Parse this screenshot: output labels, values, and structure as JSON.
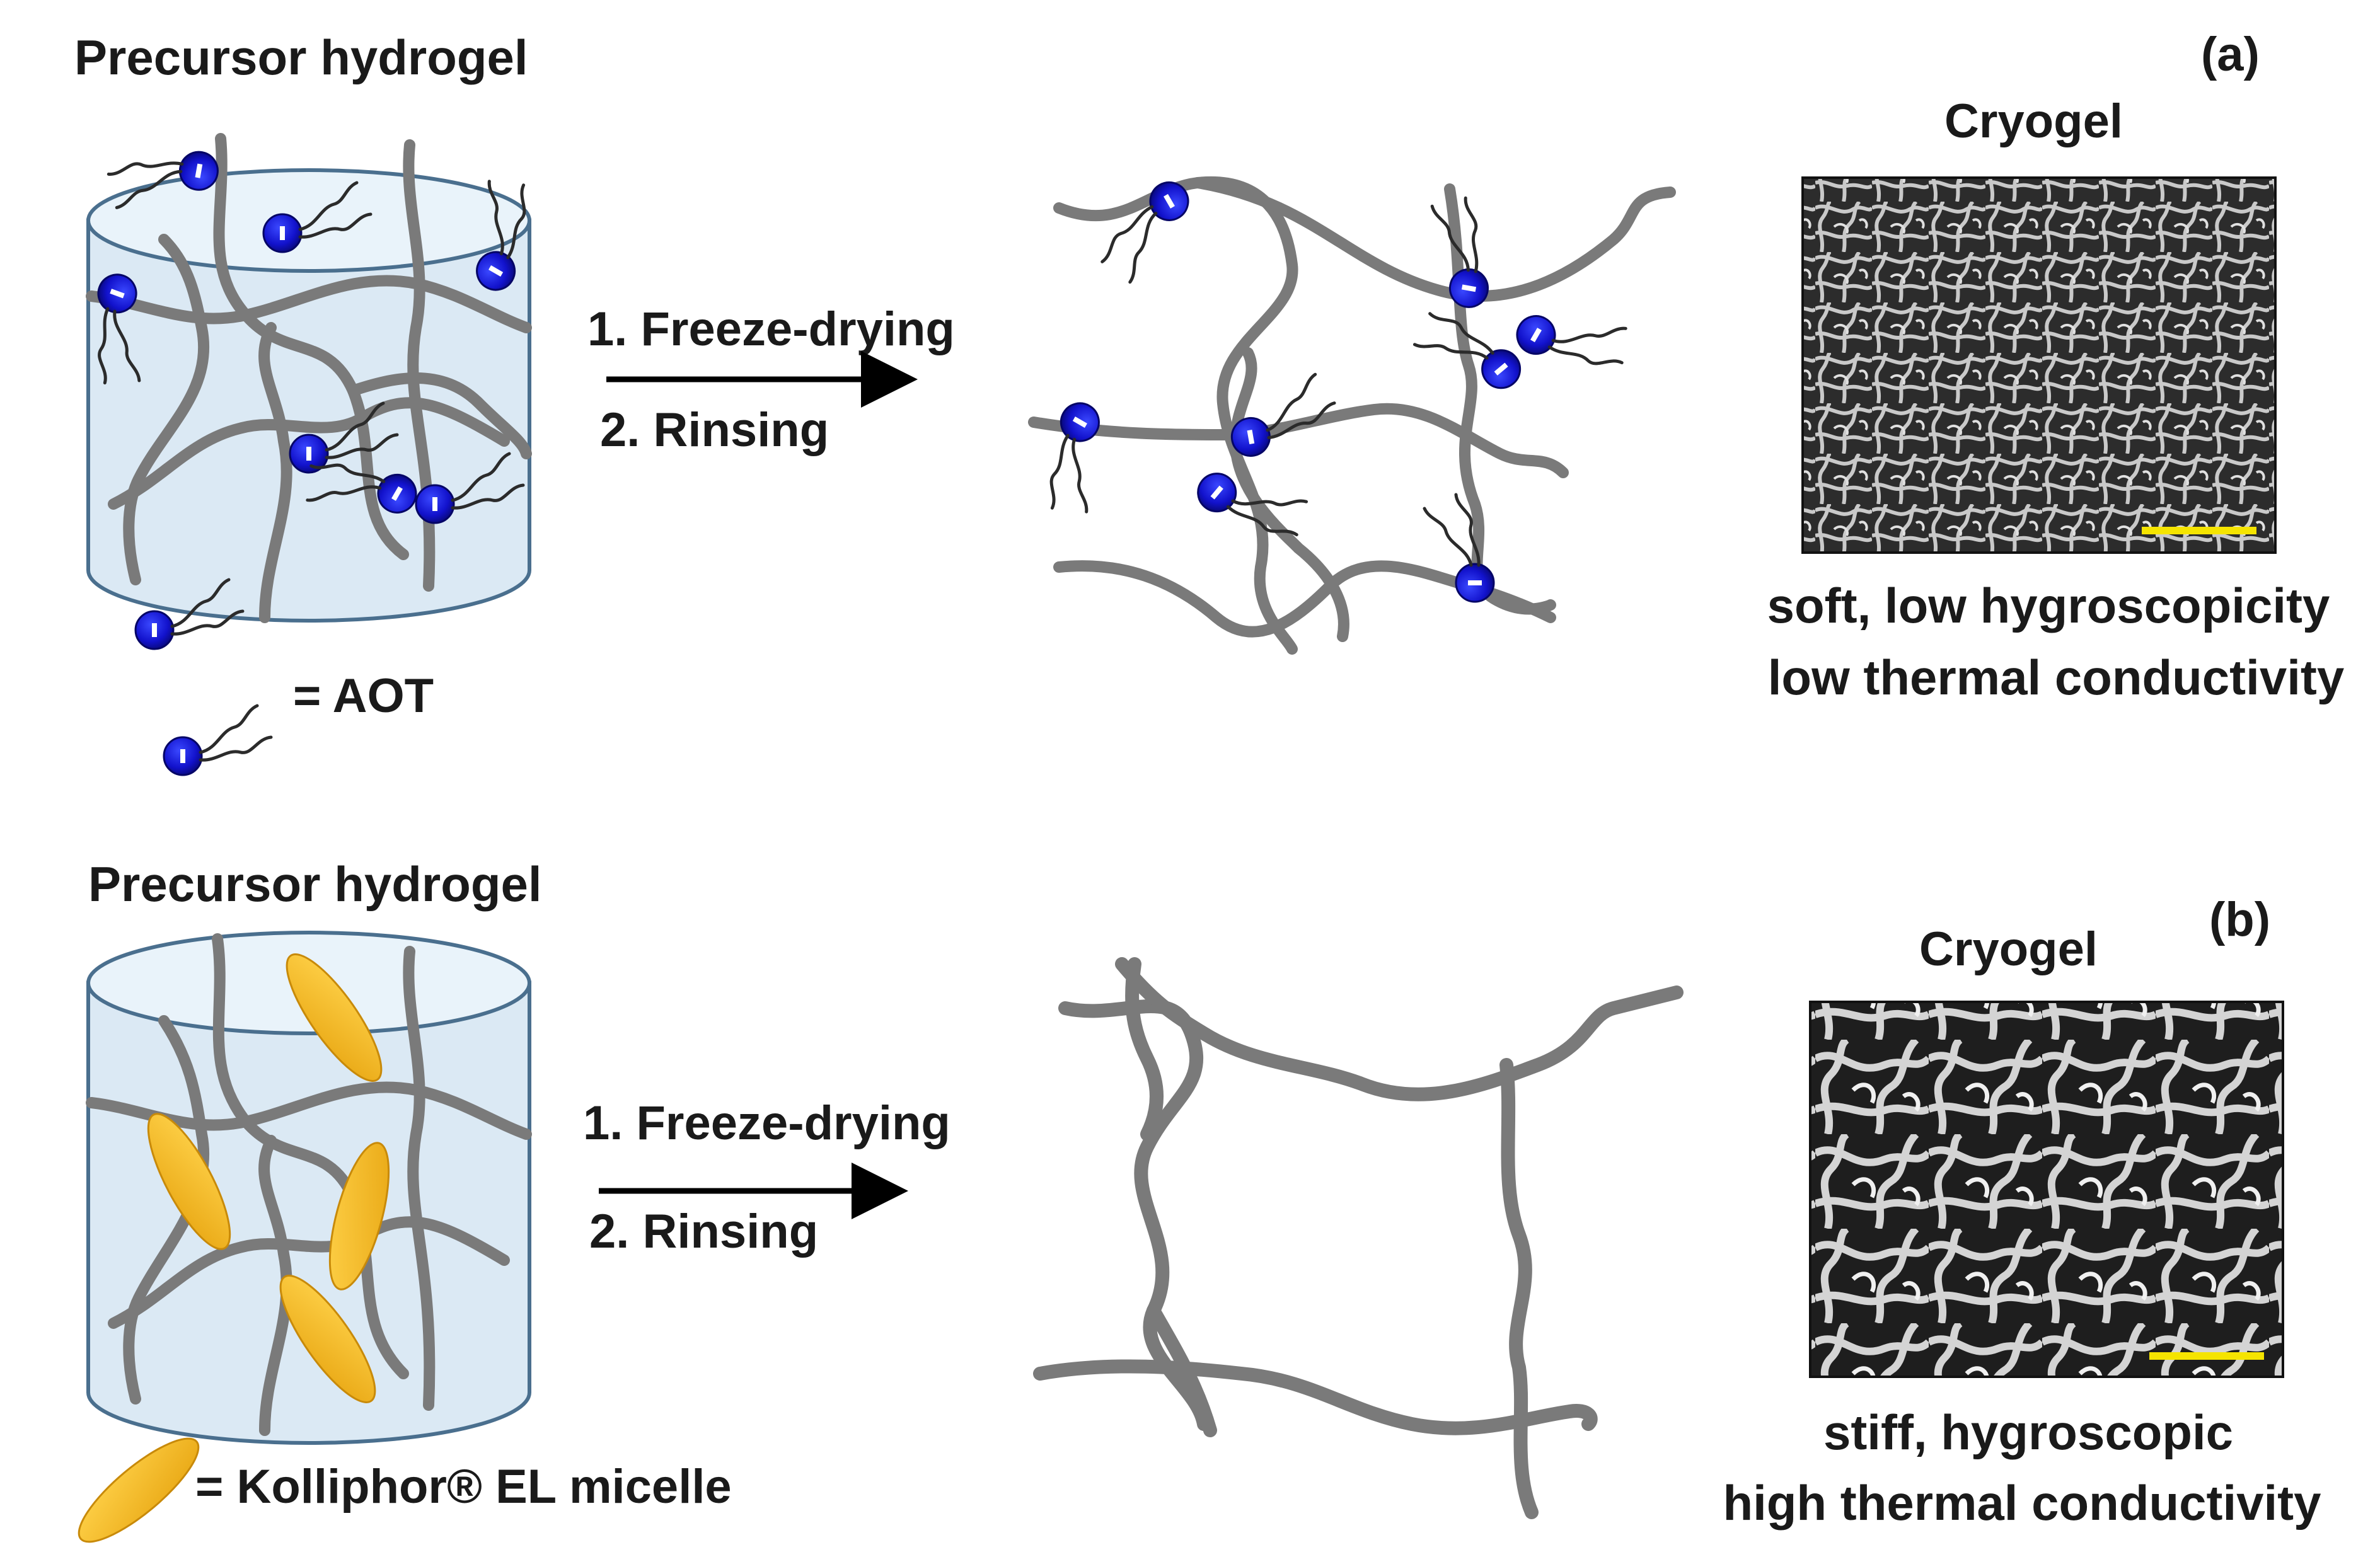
{
  "panel_a": {
    "label": "(a)",
    "title": "Precursor hydrogel",
    "step1": "1. Freeze-drying",
    "step2": "2. Rinsing",
    "cryogel_title": "Cryogel",
    "legend_text": "= AOT",
    "prop_line1": "soft, low hygroscopicity",
    "prop_line2": "low thermal conductivity"
  },
  "panel_b": {
    "label": "(b)",
    "title": "Precursor hydrogel",
    "step1": "1. Freeze-drying",
    "step2": "2. Rinsing",
    "cryogel_title": "Cryogel",
    "legend_text": "= Kolliphor® EL micelle",
    "prop_line1": "stiff, hygroscopic",
    "prop_line2": "high thermal conductivity"
  },
  "colors": {
    "fiber": "#7a7a7a",
    "gel_fill": "#dbe9f4",
    "gel_edge": "#4a6f8e",
    "aot_head": "#1515d8",
    "micelle": "#f2b61f",
    "scale_bar": "#f5e400",
    "sem_bg": "#2a2a2a",
    "sem_web": "#cfcfcf"
  },
  "icons": {
    "surfactant": "aot-surfactant-icon",
    "micelle": "micelle-icon",
    "arrow": "arrow-right-icon",
    "sem": "sem-micrograph-image"
  }
}
